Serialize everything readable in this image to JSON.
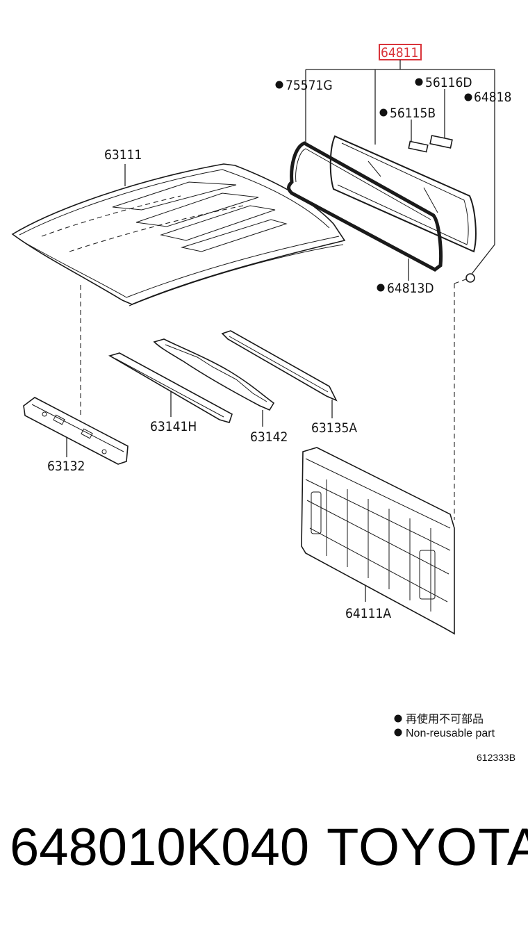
{
  "parts": {
    "highlighted": "64811",
    "p75571G": "75571G",
    "p56116D": "56116D",
    "p64818": "64818",
    "p56115B": "56115B",
    "p63111": "63111",
    "p64813D": "64813D",
    "p63141H": "63141H",
    "p63142": "63142",
    "p63135A": "63135A",
    "p63132": "63132",
    "p64111A": "64111A"
  },
  "legend": {
    "line1": "再使用不可部品",
    "line2": "Non-reusable part"
  },
  "reference_code": "612333B",
  "footer": {
    "part_number": "648010K040",
    "brand": "TOYOTA"
  },
  "colors": {
    "highlight_box": "#d9343a",
    "ink": "#111111"
  }
}
